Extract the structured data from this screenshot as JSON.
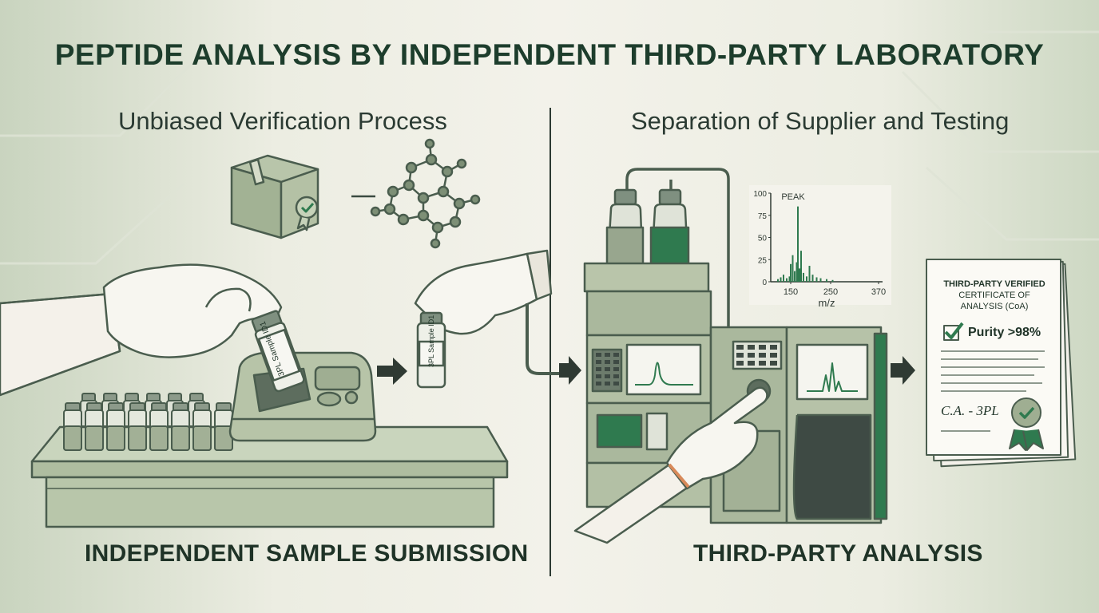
{
  "title": "PEPTIDE ANALYSIS BY INDEPENDENT THIRD-PARTY LABORATORY",
  "left": {
    "subtitle": "Unbiased Verification Process",
    "section_label": "INDEPENDENT SAMPLE SUBMISSION",
    "vial_label": "3PL Sample ID1"
  },
  "right": {
    "subtitle": "Separation of Supplier and Testing",
    "section_label": "THIRD-PARTY ANALYSIS"
  },
  "certificate": {
    "line1": "THIRD-PARTY VERIFIED",
    "line2": "CERTIFICATE OF",
    "line3": "ANALYSIS (CoA)",
    "purity": "Purity >98%",
    "signature": "C.A. - 3PL"
  },
  "chart_data": {
    "type": "bar",
    "title": "PEAK",
    "xlabel": "m/z",
    "ylabel": "",
    "xlim": [
      100,
      380
    ],
    "ylim": [
      0,
      100
    ],
    "xticks": [
      150,
      250,
      370
    ],
    "yticks": [
      0,
      25,
      50,
      75,
      100
    ],
    "x": [
      118,
      125,
      132,
      140,
      147,
      150,
      155,
      160,
      165,
      168,
      172,
      176,
      182,
      190,
      197,
      205,
      215,
      225,
      240,
      255
    ],
    "values": [
      3,
      5,
      8,
      4,
      6,
      20,
      30,
      12,
      22,
      85,
      15,
      35,
      10,
      6,
      18,
      8,
      5,
      4,
      3,
      2
    ],
    "grid": false
  },
  "colors": {
    "accent": "#2f7a4f",
    "background": "#eeeee4",
    "instrument": "#a9b59a",
    "text": "#1d3d2c"
  }
}
